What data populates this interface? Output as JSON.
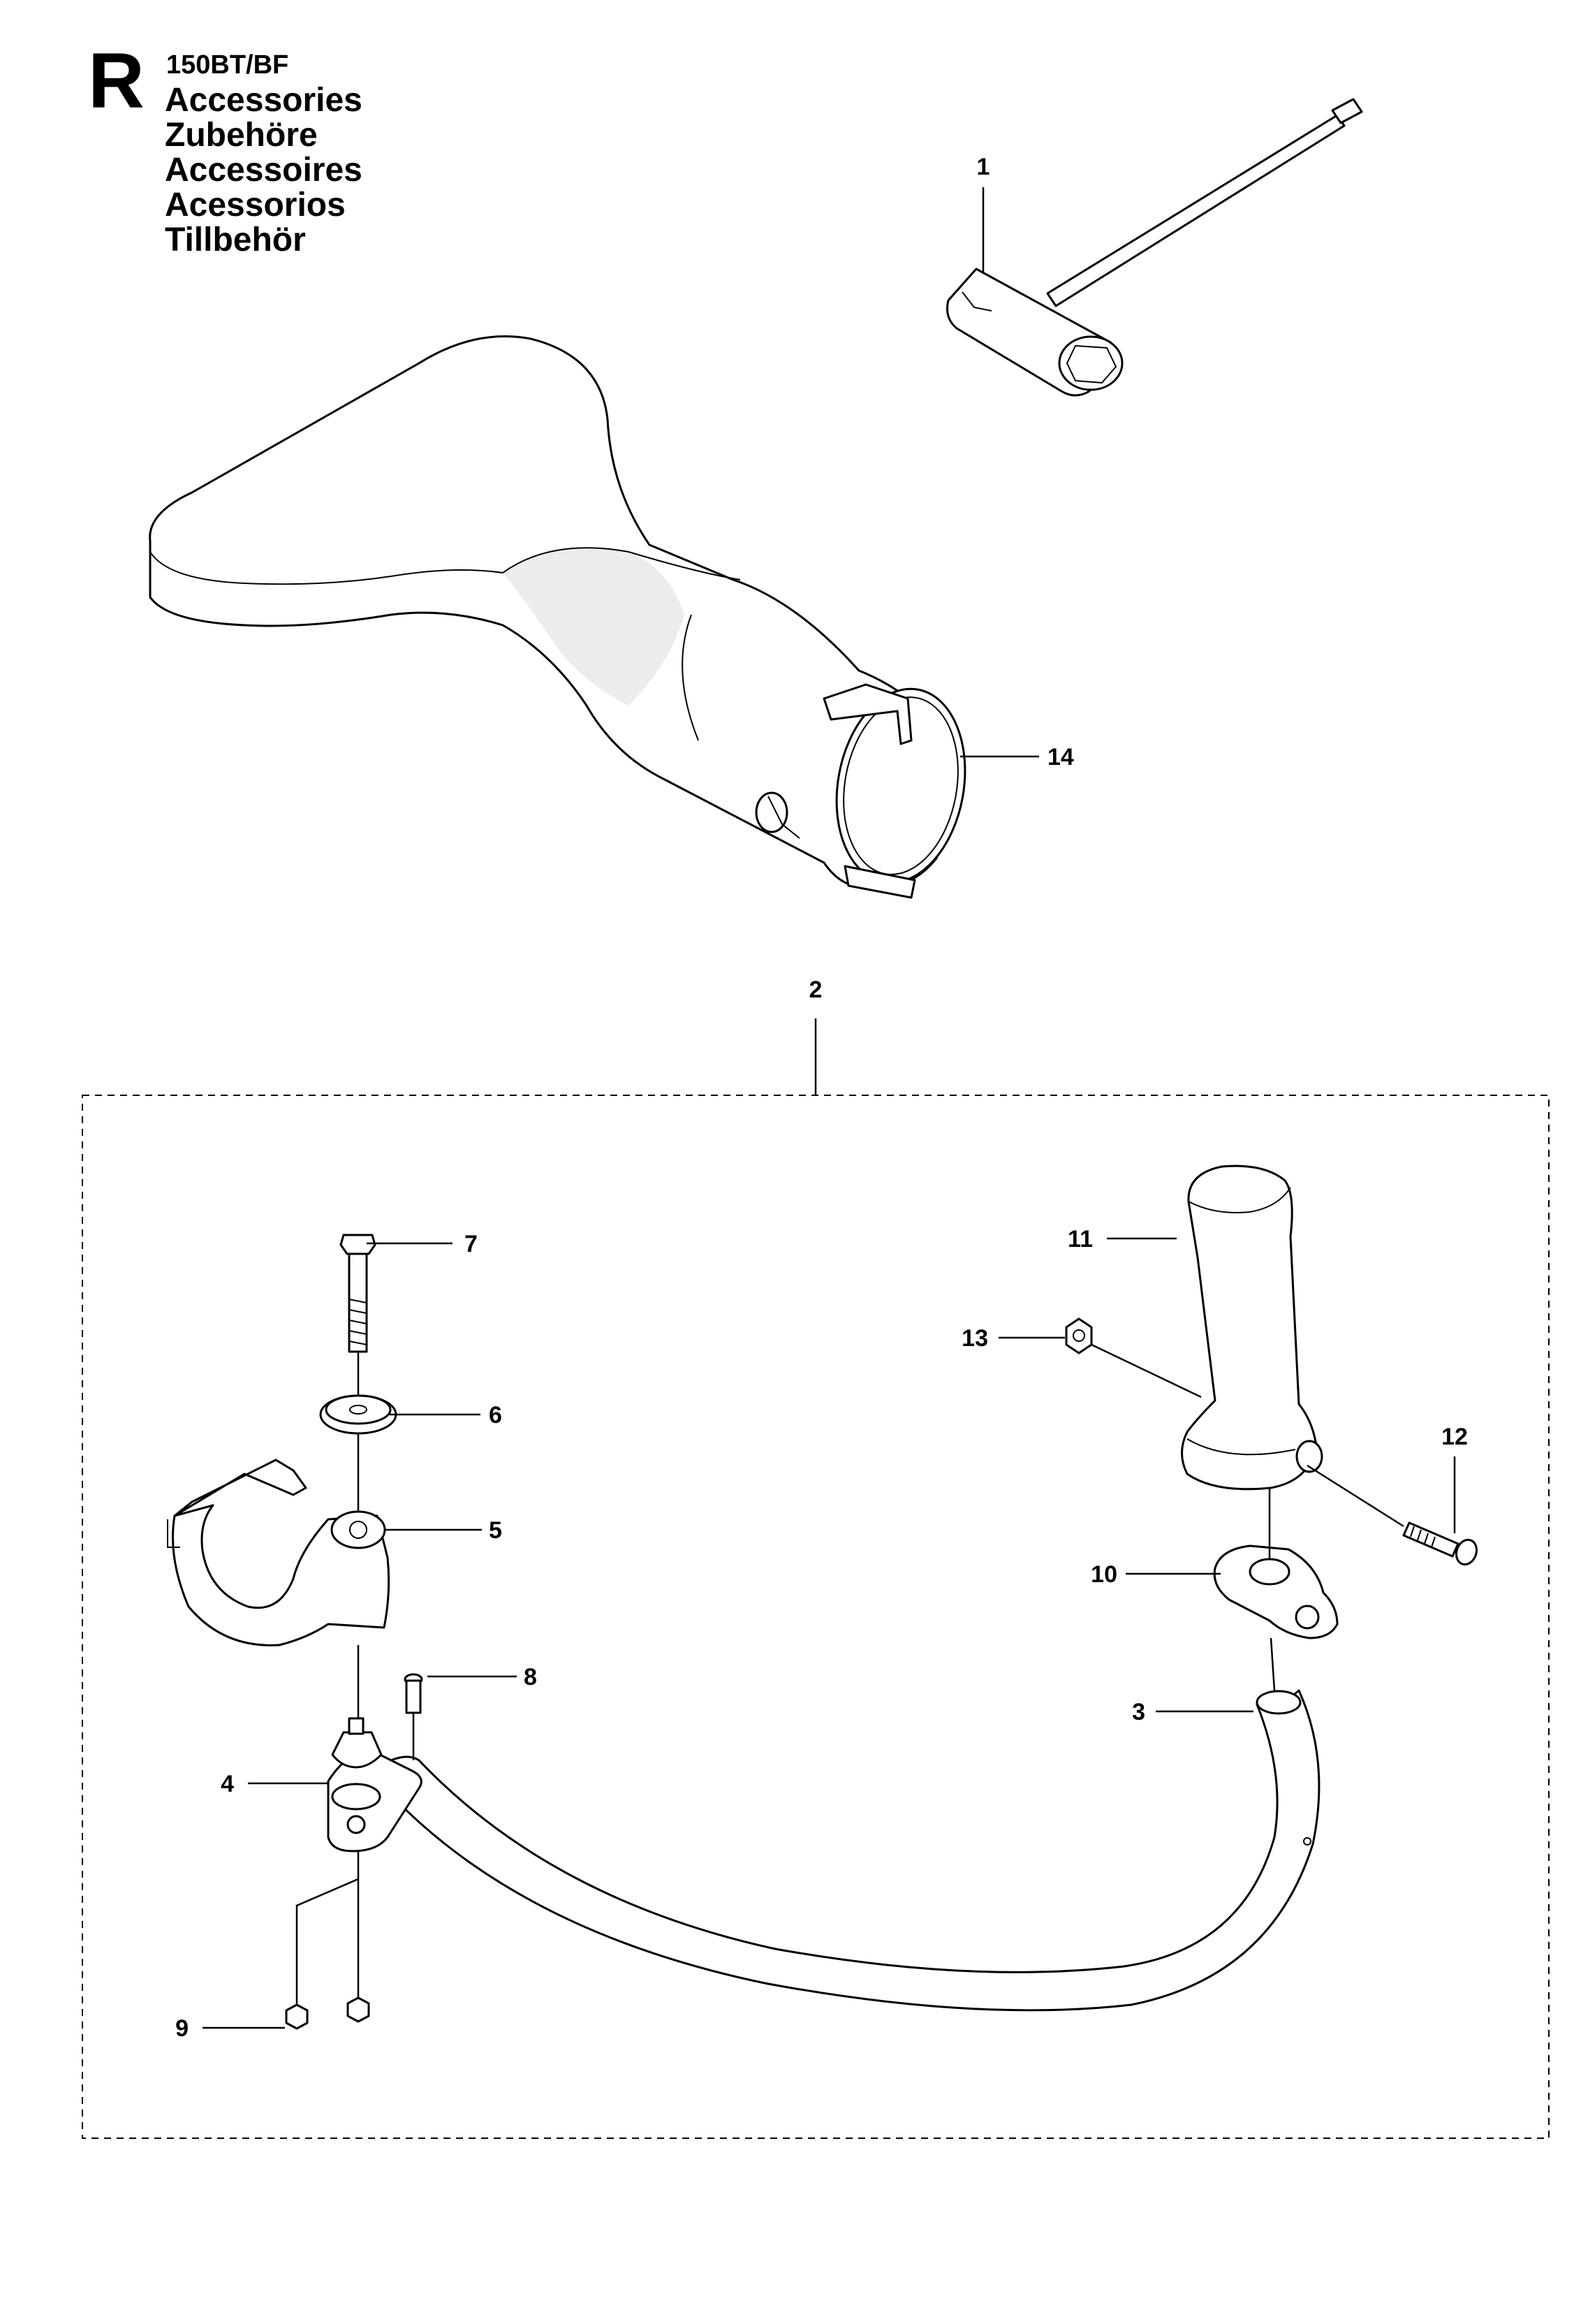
{
  "header": {
    "section_letter": "R",
    "model": "150BT/BF",
    "titles": [
      "Accessories",
      "Zubehöre",
      "Accessoires",
      "Acessorios",
      "Tillbehör"
    ]
  },
  "callouts": [
    {
      "id": "1",
      "label": "1"
    },
    {
      "id": "2",
      "label": "2"
    },
    {
      "id": "3",
      "label": "3"
    },
    {
      "id": "4",
      "label": "4"
    },
    {
      "id": "5",
      "label": "5"
    },
    {
      "id": "6",
      "label": "6"
    },
    {
      "id": "7",
      "label": "7"
    },
    {
      "id": "8",
      "label": "8"
    },
    {
      "id": "9",
      "label": "9"
    },
    {
      "id": "10",
      "label": "10"
    },
    {
      "id": "11",
      "label": "11"
    },
    {
      "id": "12",
      "label": "12"
    },
    {
      "id": "13",
      "label": "13"
    },
    {
      "id": "14",
      "label": "14"
    }
  ]
}
